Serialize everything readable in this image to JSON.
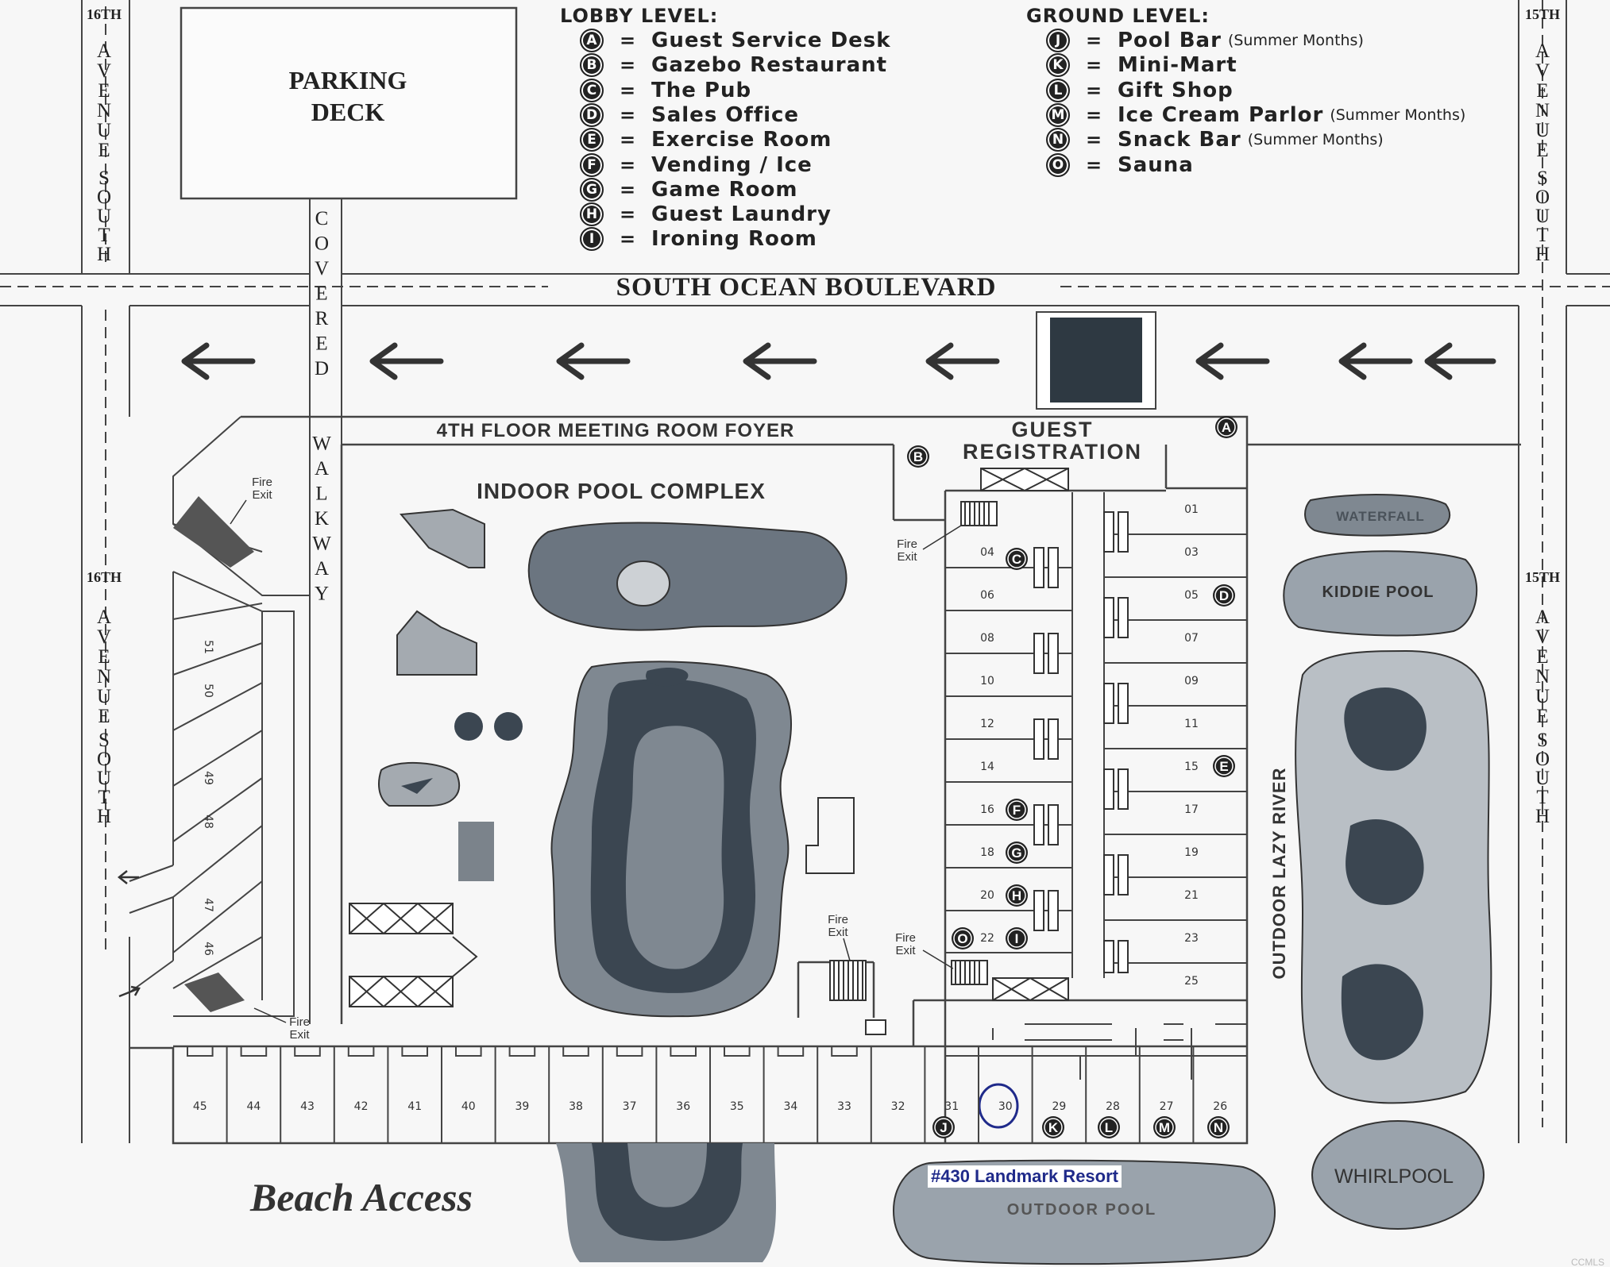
{
  "legend": {
    "lobby_title": "LOBBY LEVEL:",
    "ground_title": "GROUND LEVEL:",
    "lobby": [
      {
        "key": "A",
        "label": "Guest Service Desk",
        "note": ""
      },
      {
        "key": "B",
        "label": "Gazebo Restaurant",
        "note": ""
      },
      {
        "key": "C",
        "label": "The Pub",
        "note": ""
      },
      {
        "key": "D",
        "label": "Sales Office",
        "note": ""
      },
      {
        "key": "E",
        "label": "Exercise Room",
        "note": ""
      },
      {
        "key": "F",
        "label": "Vending / Ice",
        "note": ""
      },
      {
        "key": "G",
        "label": "Game Room",
        "note": ""
      },
      {
        "key": "H",
        "label": "Guest Laundry",
        "note": ""
      },
      {
        "key": "I",
        "label": "Ironing Room",
        "note": ""
      }
    ],
    "ground": [
      {
        "key": "J",
        "label": "Pool Bar",
        "note": "(Summer Months)"
      },
      {
        "key": "K",
        "label": "Mini-Mart",
        "note": ""
      },
      {
        "key": "L",
        "label": "Gift Shop",
        "note": ""
      },
      {
        "key": "M",
        "label": "Ice Cream Parlor",
        "note": "(Summer Months)"
      },
      {
        "key": "N",
        "label": "Snack Bar",
        "note": "(Summer Months)"
      },
      {
        "key": "O",
        "label": "Sauna",
        "note": ""
      }
    ],
    "equals": "="
  },
  "streets": {
    "boulevard": "SOUTH OCEAN BOULEVARD",
    "left_ave_number": "16TH",
    "right_ave_number": "15TH",
    "avenue_letters": "AVENUE",
    "south_letters": "SOUTH",
    "covered_walkway": "COVERED WALKWAY"
  },
  "areas": {
    "parking_deck_1": "PARKING",
    "parking_deck_2": "DECK",
    "meeting_foyer": "4TH FLOOR MEETING ROOM FOYER",
    "guest_reg_1": "GUEST",
    "guest_reg_2": "REGISTRATION",
    "indoor_pool": "INDOOR POOL COMPLEX",
    "waterfall": "WATERFALL",
    "kiddie_pool": "KIDDIE POOL",
    "lazy_river": "OUTDOOR LAZY RIVER",
    "whirlpool": "WHIRLPOOL",
    "outdoor_pool": "OUTDOOR POOL",
    "beach_access": "Beach Access",
    "fire_exit_1": "Fire",
    "fire_exit_2": "Exit"
  },
  "highlight": {
    "caption": "#430 Landmark Resort",
    "unit": "30"
  },
  "units": {
    "bottom_row": [
      "45",
      "44",
      "43",
      "42",
      "41",
      "40",
      "39",
      "38",
      "37",
      "36",
      "35",
      "34",
      "33",
      "32",
      "31",
      "30",
      "29",
      "28",
      "27",
      "26"
    ],
    "left_col": [
      "04",
      "06",
      "08",
      "10",
      "12",
      "14",
      "16",
      "18",
      "20",
      "22"
    ],
    "right_col": [
      "01",
      "03",
      "05",
      "07",
      "09",
      "11",
      "15",
      "17",
      "19",
      "21",
      "23",
      "25"
    ],
    "slanted": [
      "51",
      "50",
      "49",
      "48",
      "47",
      "46"
    ]
  },
  "watermark": "CCMLS",
  "colors": {
    "water_light": "#9aa3ac",
    "water_dark": "#3b4651",
    "lazy_river": "#b9bfc5",
    "line": "#444444"
  }
}
